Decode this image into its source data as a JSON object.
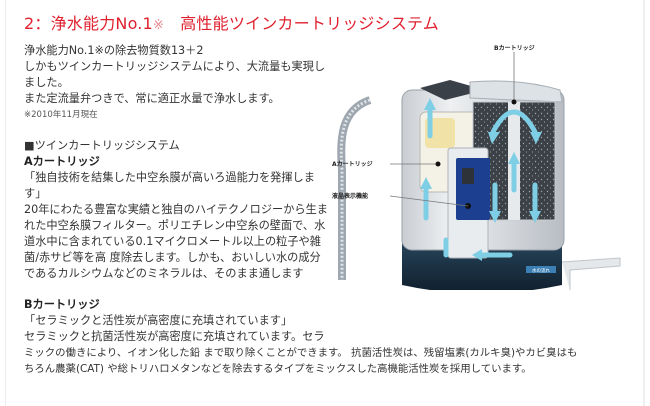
{
  "section": {
    "number": "2：",
    "title_part1": "浄水能力No.1",
    "title_mark": "※",
    "title_part2": "　高性能ツインカートリッジシステム"
  },
  "intro": {
    "lines": [
      "浄水能力No.1※の除去物質数13＋2",
      "しかもツインカートリッジシステムにより、大流量も実現し",
      "ました。",
      "また定流量弁つきで、常に適正水量で浄水します。"
    ],
    "note": "※2010年11月現在"
  },
  "twin_system": {
    "heading": "■ツインカートリッジシステム",
    "a_cartridge": {
      "label": "Aカートリッジ",
      "quote_lines": [
        "「独自技術を結集した中空糸膜が高いろ過能力を発揮しま",
        "す」"
      ],
      "body_lines": [
        "20年にわたる豊富な実績と独自のハイテクノロジーから生ま",
        "れた中空糸膜フィルター。ポリエチレン中空糸の壁面で、水",
        "道水中に含まれている0.1マイクロメートル以上の粒子や雑",
        "菌/赤サビ等を高 度除去します。しかも、おいしい水の成分",
        "であるカルシウムなどのミネラルは、そのまま通します"
      ]
    },
    "b_cartridge": {
      "label": "Bカートリッジ",
      "quote": "「セラミックと活性炭が高密度に充填されています」",
      "body_lines": [
        "セラミックと抗菌活性炭が高密度に充填されています。セラ",
        "ミックの働きにより、イオン化した鉛 まで取り除くことができます。 抗菌活性炭は、残留塩素(カルキ臭)やカビ臭はも",
        "ちろん農薬(CAT) や総トリハロメタンなどを除去するタイプをミックスした高機能活性炭を採用しています。"
      ]
    }
  },
  "illustration": {
    "labels": {
      "b_cartridge": "Bカートリッジ",
      "a_cartridge": "Aカートリッジ",
      "lcd_display": "液晶表示機能",
      "water_inlet": "水の流れ"
    },
    "colors": {
      "arrow": "#7ecfe6",
      "panel": "#1c3f8f",
      "base": "#1f3a4e",
      "carbon": "#3b4147"
    }
  },
  "colors": {
    "title": "#e0202e",
    "text": "#333333"
  }
}
